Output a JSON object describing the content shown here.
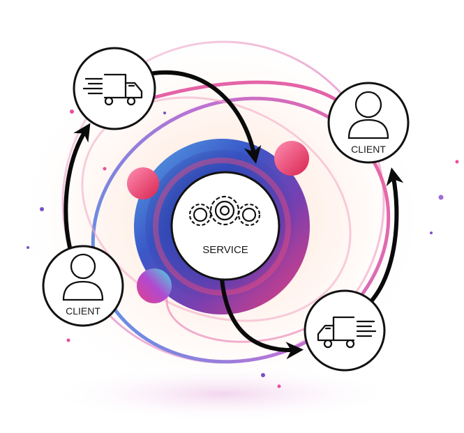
{
  "diagram": {
    "nodes": {
      "truck_top": {
        "icon": "delivery-truck-icon"
      },
      "client_top_right": {
        "label": "CLIENT",
        "icon": "user-icon"
      },
      "service_center": {
        "label": "SERVICE",
        "icon": "gears-icon"
      },
      "client_left": {
        "label": "CLIENT",
        "icon": "user-icon"
      },
      "truck_bottom_right": {
        "icon": "delivery-truck-icon"
      }
    },
    "flow": [
      "truck_top → service_center",
      "service_center → truck_bottom_right",
      "truck_bottom_right → client_top_right",
      "client_left → truck_top"
    ],
    "colors": {
      "arrow": "#0a0a0a",
      "node_fill": "#ffffff",
      "node_stroke": "#111111",
      "sphere_blue": "#3a58c8",
      "sphere_pink": "#e83a78",
      "ring_pink": "#e0499a",
      "accent_cyan": "#3fe0e0"
    }
  }
}
